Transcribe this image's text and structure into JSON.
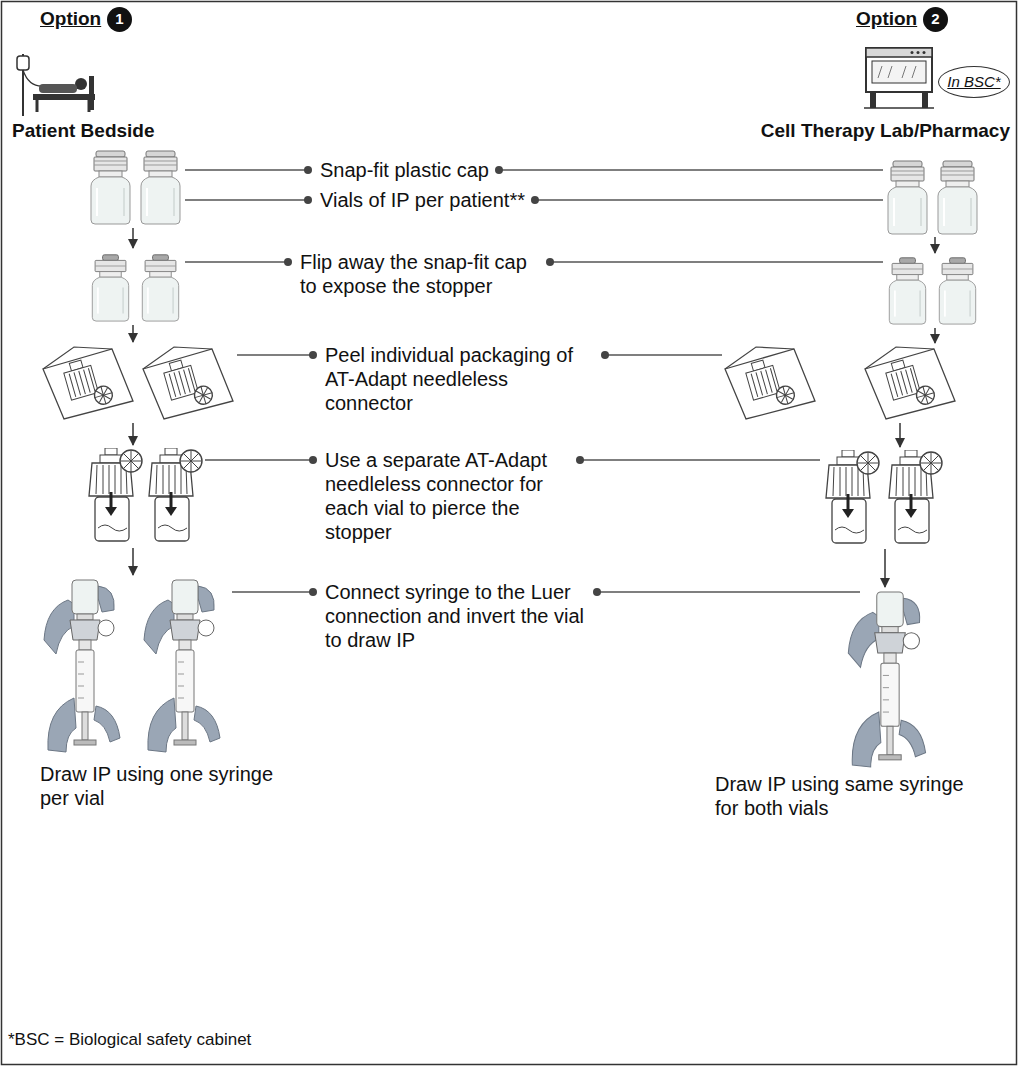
{
  "diagram": {
    "nodes": [
      {
        "text": [
          "1"
        ]
      },
      {
        "text": [
          "2"
        ]
      },
      {
        "text": [
          "In BSC*"
        ]
      }
    ],
    "labels": [
      "Option",
      "Patient Bedside",
      "Option",
      "Cell Therapy Lab/Pharmacy",
      "Snap-fit plastic cap",
      "Vials of IP per patient**",
      "Flip away the snap-fit cap to expose the stopper",
      "Peel individual packaging of AT-Adapt needleless connector",
      "Use a separate AT-Adapt needleless connector for each vial to pierce the stopper",
      "Connect syringe to the Luer connection and invert the vial to draw IP",
      "Draw IP using one syringe per vial",
      "Draw IP using same syringe for both vials",
      "*BSC = Biological safety cabinet"
    ]
  }
}
